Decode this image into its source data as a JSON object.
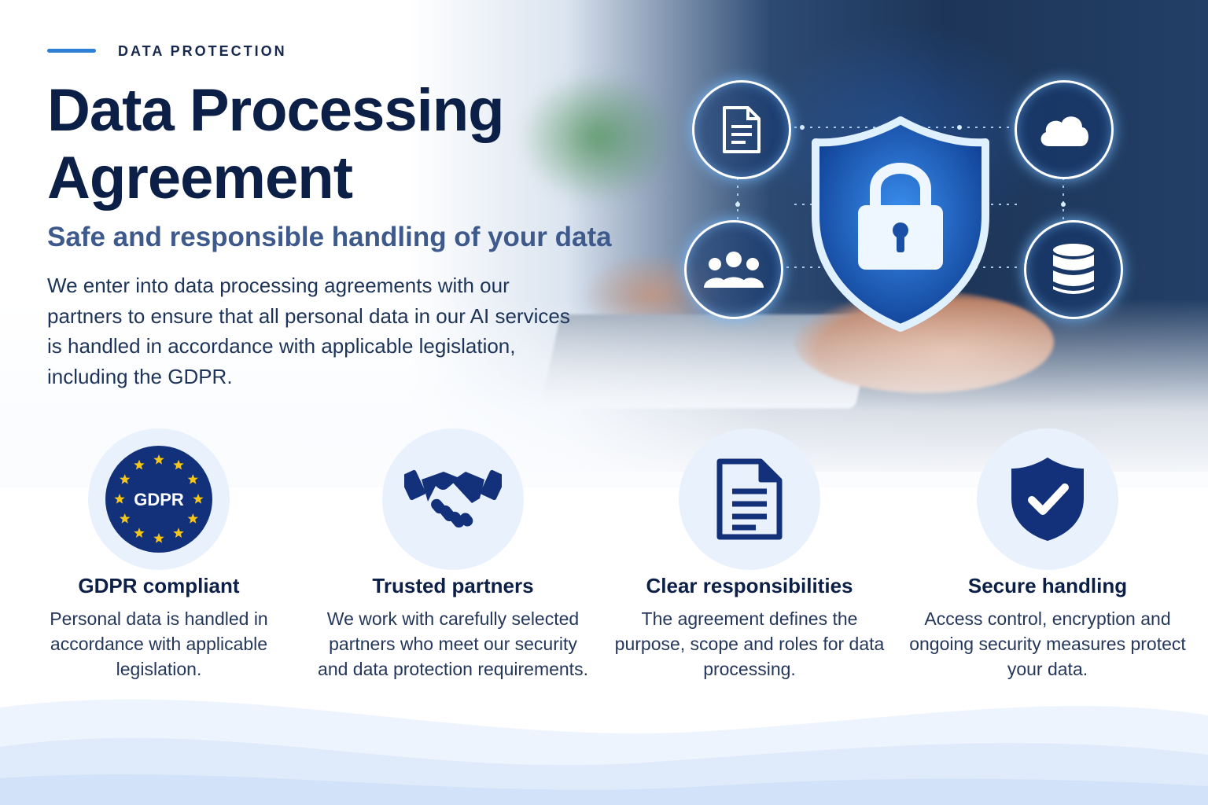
{
  "header": {
    "eyebrow": "DATA PROTECTION",
    "title_line1": "Data Processing",
    "title_line2": "Agreement",
    "subtitle": "Safe and responsible handling of your data",
    "description": "We enter into data processing agreements with our partners to ensure that all personal data in our AI services is handled in accordance with applicable legislation, including the GDPR."
  },
  "hero": {
    "icons": [
      "document-icon",
      "cloud-icon",
      "people-icon",
      "database-icon",
      "shield-lock-icon"
    ]
  },
  "features": [
    {
      "icon": "gdpr-badge-icon",
      "badge_text": "GDPR",
      "title": "GDPR compliant",
      "text": "Personal data is handled in accordance with applicable legislation."
    },
    {
      "icon": "handshake-icon",
      "title": "Trusted partners",
      "text": "We work with carefully selected partners who meet our security and data protection requirements."
    },
    {
      "icon": "document-icon",
      "title": "Clear responsibilities",
      "text": "The agreement defines the purpose, scope and roles for data processing."
    },
    {
      "icon": "shield-check-icon",
      "title": "Secure handling",
      "text": "Access control, encryption and ongoing security measures protect your data."
    }
  ],
  "colors": {
    "navy": "#0c1f47",
    "accent": "#2e7fd6",
    "icon_bg": "#e8f1fc",
    "eu_blue": "#12317a",
    "eu_star": "#f5c518"
  }
}
